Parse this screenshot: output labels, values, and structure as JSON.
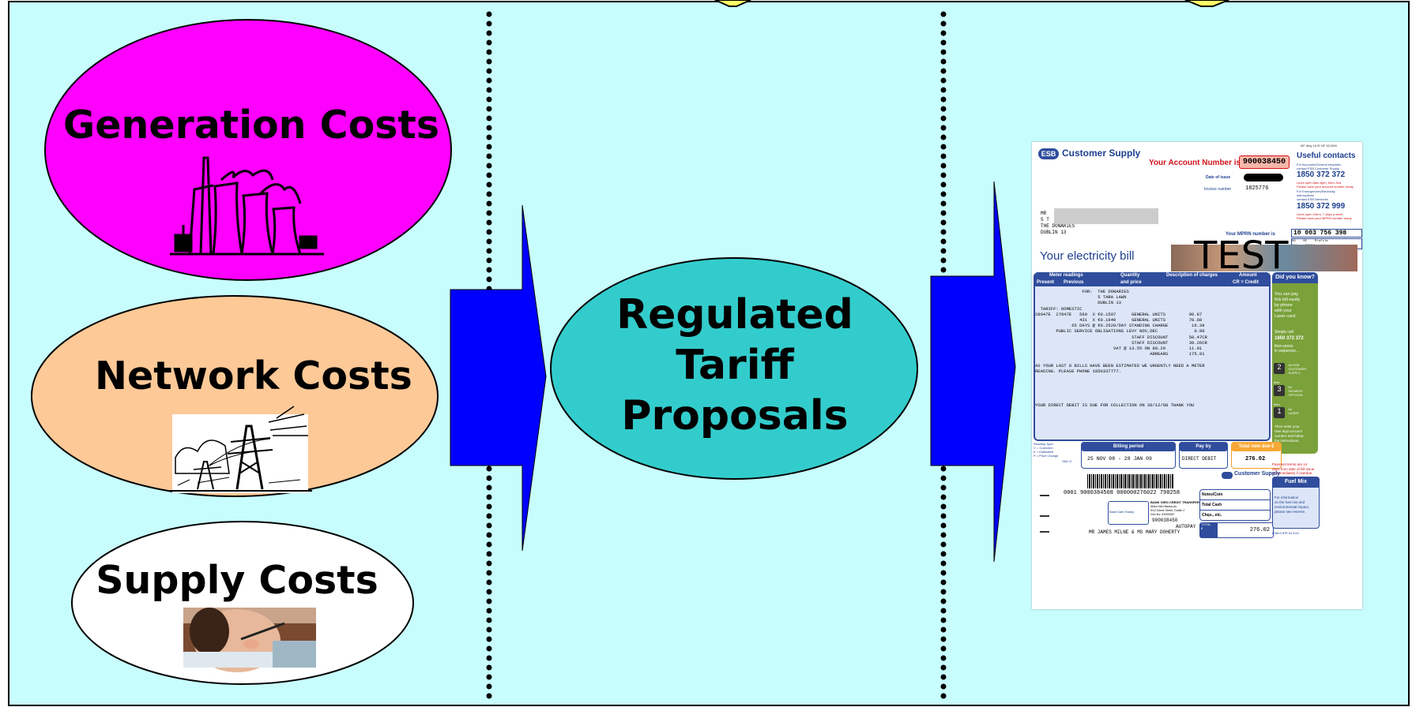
{
  "colors": {
    "background": "#c8fdfe",
    "generation": "#fe00fe",
    "network": "#fdc997",
    "supply": "#ffffff",
    "tariff": "#33cccc",
    "arrow": "#0000ff",
    "bill_blue": "#2f4d9c"
  },
  "cost_ellipses": [
    {
      "label": "Generation Costs",
      "icon": "power-station-icon"
    },
    {
      "label": "Network Costs",
      "icon": "transmission-pylon-icon"
    },
    {
      "label": "Supply Costs",
      "icon": "person-on-phone-photo"
    }
  ],
  "tariff": {
    "label_lines": [
      "Regulated",
      "Tariff",
      "Proposals"
    ]
  },
  "bill": {
    "brand_logo": "ESB",
    "brand": "Customer Supply",
    "account_label": "Your Account Number is",
    "account_number": "900038450",
    "date_label": "Date of issue",
    "invoice_label": "Invoice number",
    "invoice_number": "1825776",
    "ref_code": "MF May 16 IE NF 521569",
    "useful_title": "Useful contacts",
    "contacts_1": "For Accounts/General enquiries\ncontact ESB Customer Supply",
    "phone_1": "1850 372 372",
    "contacts_1b": "Lines open 8am-8pm, Mon–Sat\nPlease have your account number ready",
    "contacts_2": "For Emergencies/Electricity\ninterruptions\ncontact ESB Networks",
    "phone_2": "1850 372 999",
    "contacts_2b": "Lines open 24hrs, 7 days a week\nPlease have your MPRN number ready",
    "address": [
      "MR",
      "5 T",
      "THE DONARIES",
      "DUBLIN 13"
    ],
    "mprn_label": "Your MPRN number is",
    "mprn_number": "10 003 756 398",
    "mprn_cells": [
      "DG",
      "MC",
      "Profile",
      "001",
      "MCC01",
      "1"
    ],
    "bill_title": "Your electricity bill",
    "stamp": "TEST",
    "table_headers": [
      "Meter readings",
      "Present",
      "Previous",
      "Quantity",
      "and price",
      "Description of charges",
      "Amount",
      "CR = Credit"
    ],
    "statement_lines": [
      "                  FOR:  THE DONARIES",
      "                        5 TARA LAWN",
      "                        DUBLIN 13",
      "  TARIFF: DOMESTIC",
      "28047E  27047E   569  X €0.1597      GENERAL UNITS         90.87",
      "                 431  X €0.1640      GENERAL UNITS         70.68",
      "              65 DAYS @ €0.2520/DAY STANDING CHARGE         16.38",
      "        PUBLIC SERVICE OBLIGATIONS LEVY NOV,DEC              0.00",
      "                                     STAFF DISCOUNT        50.47CR",
      "                                     STAFF DISCOUNT        39.26CR",
      "                              VAT @ 13.5% ON 88.20         11.91",
      "                                            ARREARS        175.91",
      "",
      "AS YOUR LAST 8 BILLS HAVE BEEN ESTIMATED WE URGENTLY NEED A METER",
      "READING. PLEASE PHONE 1850337777.",
      "",
      "",
      "",
      "",
      "",
      "YOUR DIRECT DEBIT IS DUE FOR COLLECTION ON 30/12/08 THANK YOU"
    ],
    "side_title": "Did you know?",
    "side_text": "You can pay\nthis bill easily\nby phone\nwith your\nLaser card.",
    "side_call": "Simply call",
    "side_phone": "1850 372 372",
    "side_press": "then press\nin sequence...",
    "side_keys": [
      {
        "key": "2",
        "text": "for ESB\nCUSTOMER\nSUPPLY."
      },
      {
        "key": "3",
        "text": "for\nPAYMENT\nOPTIONS."
      },
      {
        "key": "1",
        "text": "for\nLASER"
      }
    ],
    "side_then": "then",
    "side_footer": "Then enter your\nnine digit account\nnumber and follow\nthe instructions.",
    "reading_types": "Reading Type:\nC = Customer\nE = Estimated\nP = Price Change",
    "code_small": "SMC E",
    "billing_period_label": "Billing period",
    "billing_period": "25 NOV 08 - 28 JAN 09",
    "pay_by_label": "Pay by",
    "pay_by": "DIRECT DEBIT",
    "total_label": "Total now due €",
    "total": "276.02",
    "payment_terms": "Payment terms are 14\ndays from date of bill issue\nor immediately if overdue.",
    "giro_number": "0001 9000384508 000000276022 798258",
    "giro_title": "BANK GIRO CREDIT TRANSFER",
    "giro_bank": "Allied Irish Banks plc.\n5/12 Dame Street, Dublin 2\nGiro No. 8190008T",
    "giro_account": "900038450",
    "giro_stamp": "Bank Date Stamp",
    "autopay": "AUTOPAY",
    "payees": "MR JAMES MILNE & MS MARY DOHERTY",
    "slip_rows": [
      "Notes/Coin",
      "Total Cash",
      "Chqs., etc."
    ],
    "slip_total_label": "TOTAL\n€",
    "slip_total": "276.02",
    "fuel_title": "Fuel Mix",
    "fuel_text": "For information\non the fuel mix and\nenvironmental impact,\nplease see reverse.",
    "form_code": "ESBCS BTR Ed 0104"
  }
}
